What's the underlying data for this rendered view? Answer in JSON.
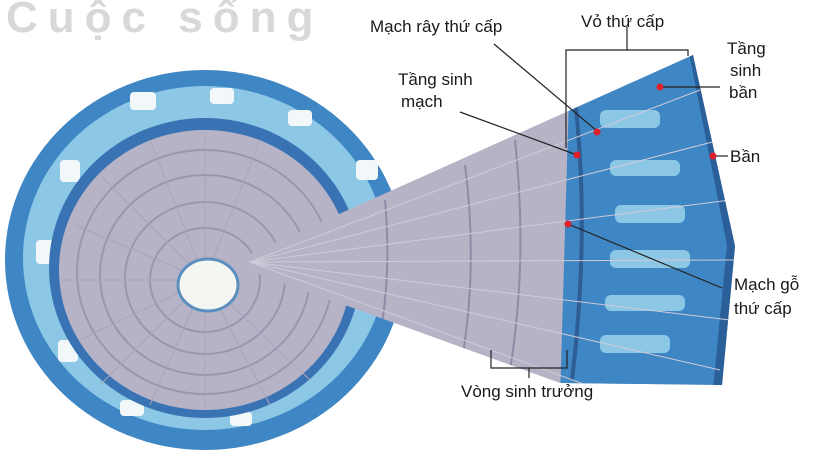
{
  "watermark": "Cuộc sống",
  "labels": {
    "mach_ray": "Mạch rây  thứ cấp",
    "vo_thu_cap": "Vỏ thứ cấp",
    "tang_sinh_ban_l1": "Tầng",
    "tang_sinh_ban_l2": "sinh",
    "tang_sinh_ban_l3": "bần",
    "tang_sinh_mach_l1": "Tầng sinh",
    "tang_sinh_mach_l2": "mạch",
    "ban": "Bần",
    "mach_go_l1": "Mạch gỗ",
    "mach_go_l2": "thứ cấp",
    "vong_sinh_truong": "Vòng sinh trưởng"
  },
  "colors": {
    "cortex_blue": "#3f86c4",
    "cortex_light": "#8cc8e6",
    "wood": "#b7b3c6",
    "wood_dark": "#9b96b0",
    "pith": "#f4f6f2",
    "marker": "#e0202a",
    "leader": "#222222"
  }
}
